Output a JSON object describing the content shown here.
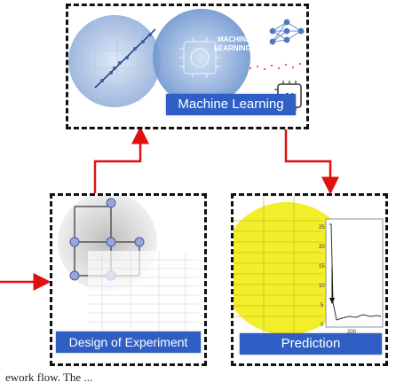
{
  "panels": {
    "ml": {
      "label": "Machine Learning",
      "ai_chip_text": "AI",
      "ml_text_line1": "MACHINE",
      "ml_text_line2": "LEARNING"
    },
    "doe": {
      "label": "Design of Experiment"
    },
    "prediction": {
      "label": "Prediction",
      "axis_ticks": [
        "25",
        "20",
        "15",
        "10",
        "5",
        "0"
      ],
      "x_tick": "200"
    }
  },
  "caption": "ework flow. The ..."
}
